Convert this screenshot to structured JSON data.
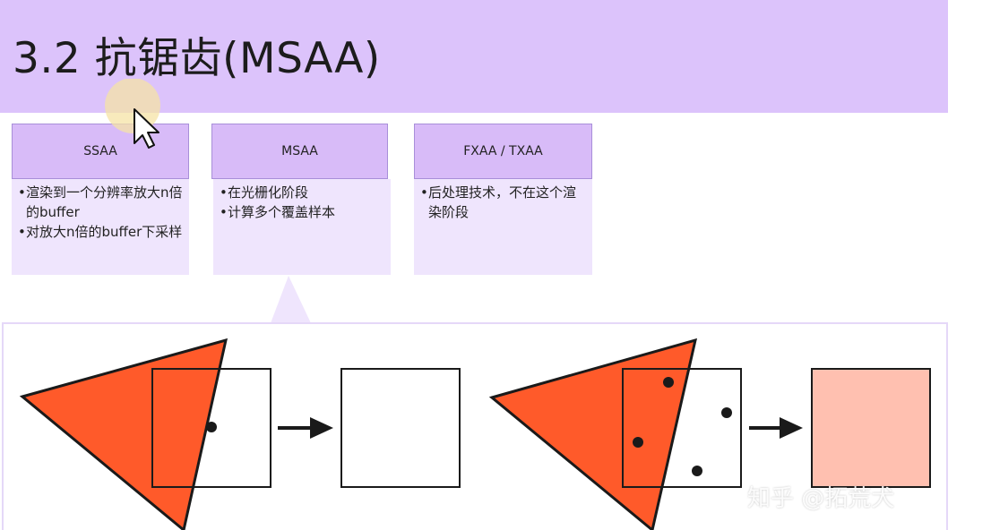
{
  "slide": {
    "title": "3.2 抗锯齿(MSAA)"
  },
  "cards": [
    {
      "header": "SSAA",
      "bullets": [
        "渲染到一个分辨率放大n倍的buffer",
        "对放大n倍的buffer下采样"
      ]
    },
    {
      "header": "MSAA",
      "bullets": [
        "在光栅化阶段",
        "计算多个覆盖样本"
      ]
    },
    {
      "header": "FXAA / TXAA",
      "bullets": [
        "后处理技术，不在这个渲染阶段"
      ]
    }
  ],
  "watermark": "知乎 @拓荒犬",
  "colors": {
    "title_bar": "#dcc3fb",
    "card_header": "#d8bbf8",
    "card_body": "#efe5fd",
    "triangle": "#ff5a2a",
    "resolved_pixel": "#ffc0b0",
    "cursor_highlight": "#f6e3a6"
  },
  "icons": {
    "cursor": "mouse-pointer-icon",
    "arrow": "right-arrow-icon"
  }
}
